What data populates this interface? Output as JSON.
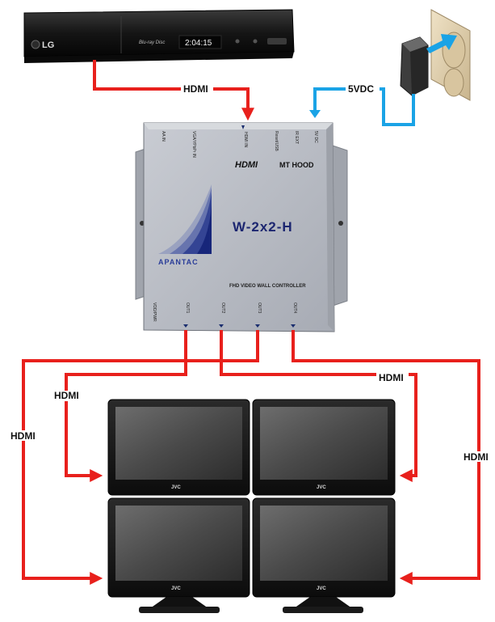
{
  "player": {
    "brand": "LG",
    "disc_logo": "Blu-ray Disc",
    "clock": "2:04:15"
  },
  "cable_labels": {
    "hdmi_input": "HDMI",
    "power": "5VDC",
    "out_left_inner": "HDMI",
    "out_left_outer": "HDMI",
    "out_right_inner": "HDMI",
    "out_right_outer": "HDMI"
  },
  "controller": {
    "top_ports": {
      "aa_in": "AA IN",
      "vga": "VGA/YPbPr IN",
      "hdmi_in": "HDMI IN",
      "reset": "Reset/USB",
      "ir_ext": "IR EXT",
      "dc": "5V DC"
    },
    "series_name": "MT HOOD",
    "hdmi_logo": "HDMI",
    "model": "W-2x2-H",
    "brand": "APANTAC",
    "description": "FHD VIDEO WALL CONTROLLER",
    "bottom_ports": {
      "vdd": "VDD/PWR",
      "out1": "OUT1",
      "out2": "OUT2",
      "out3": "OUT3",
      "out4": "OUT4"
    }
  },
  "monitors": [
    {
      "brand": "JVC"
    },
    {
      "brand": "JVC"
    },
    {
      "brand": "JVC"
    },
    {
      "brand": "JVC"
    }
  ],
  "colors": {
    "hdmi_cable": "#e8201c",
    "power_cable": "#1aa3e6",
    "controller_body": "#b8bbc2",
    "player_body": "#1a1a1a"
  }
}
